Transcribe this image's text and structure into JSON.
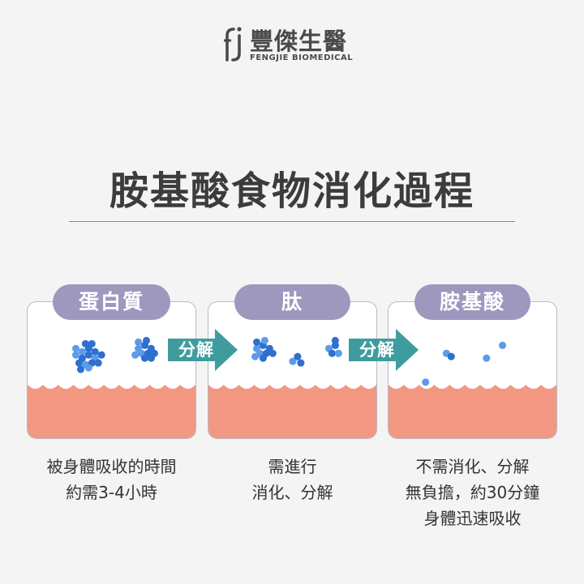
{
  "brand": {
    "name_cn": "豐傑生醫",
    "name_en": "FENGJIE BIOMEDICAL"
  },
  "title": "胺基酸食物消化過程",
  "stages": [
    {
      "label": "蛋白質",
      "desc": [
        "被身體吸收的時間",
        "約需3-4小時"
      ]
    },
    {
      "label": "肽",
      "desc": [
        "需進行",
        "消化、分解"
      ]
    },
    {
      "label": "胺基酸",
      "desc": [
        "不需消化、分解",
        "無負擔，約30分鐘",
        "身體迅速吸收"
      ]
    }
  ],
  "arrows": [
    {
      "label": "分解"
    },
    {
      "label": "分解"
    }
  ],
  "colors": {
    "tag": "#9e98bf",
    "arrow": "#3f9c9e",
    "tissue": "#f29782",
    "molecule": "#2f6fd0",
    "background": "#f4f4f4"
  },
  "icons": {
    "logo": "fj-logo-icon",
    "molecule": "molecule-icon",
    "arrow": "right-arrow-icon"
  }
}
